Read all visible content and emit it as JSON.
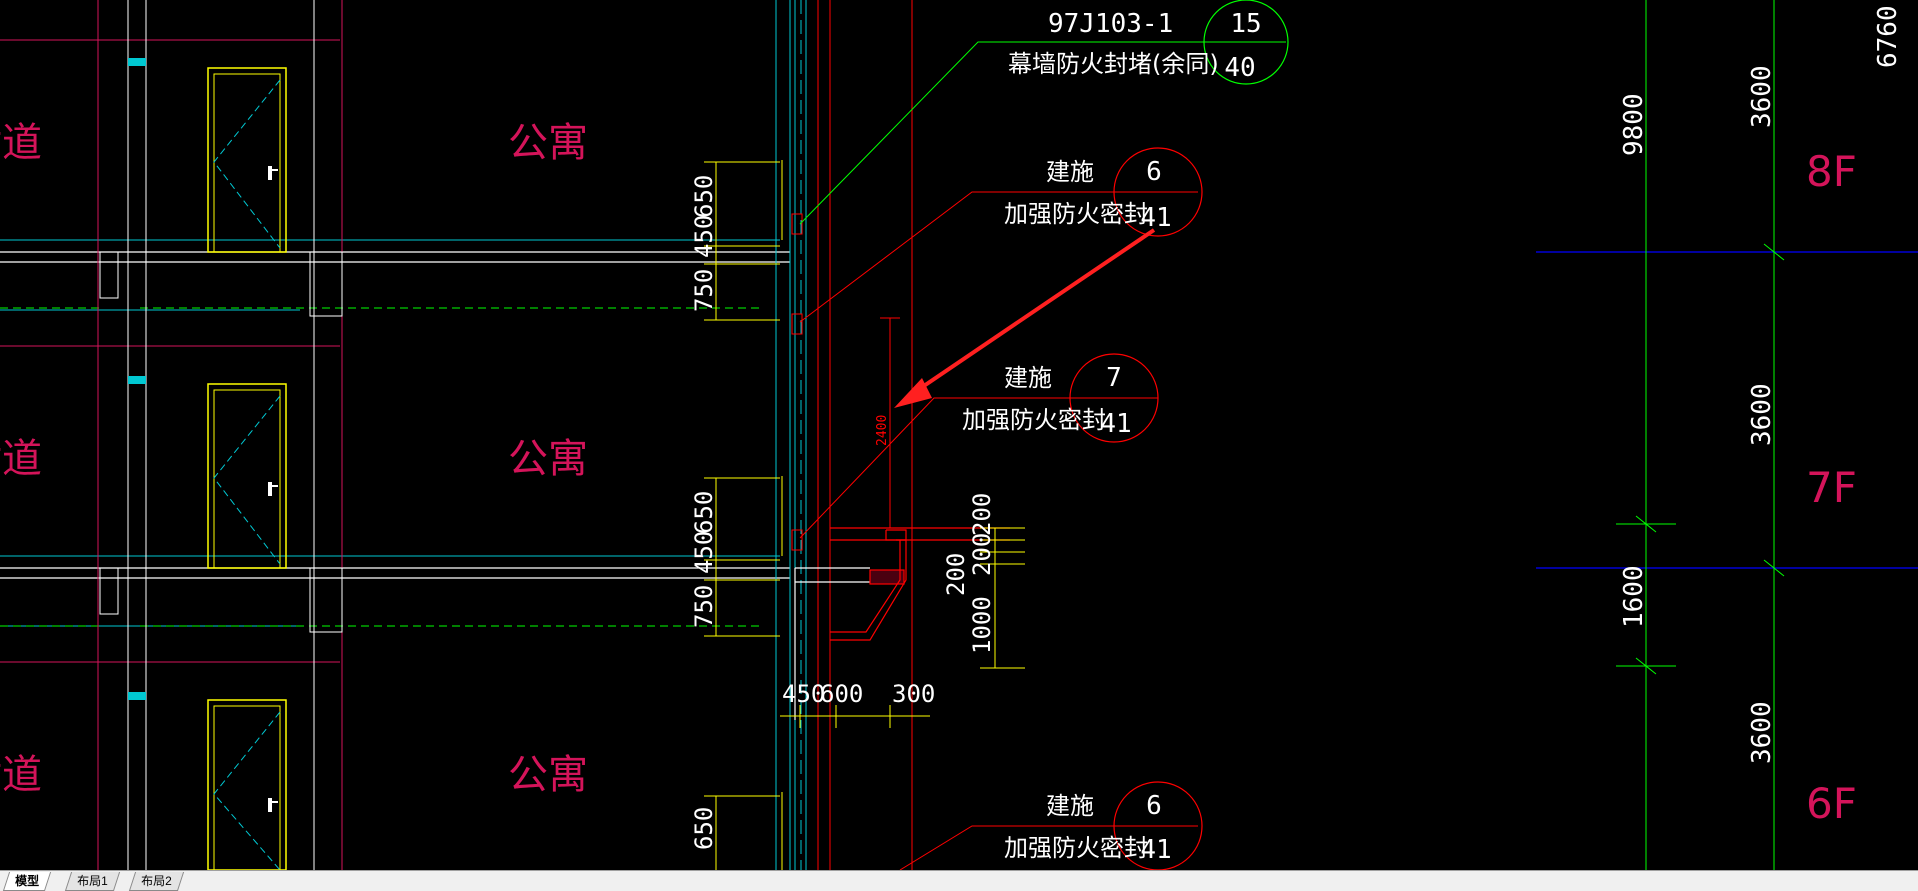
{
  "colors": {
    "background": "#000000",
    "red": "#ff0000",
    "cyan": "#00c8d2",
    "yellow": "#ffff00",
    "green": "#00ff00",
    "magenta": "#d4145a",
    "blue": "#0000ff",
    "white": "#ffffff",
    "tab_bar": "#f0f0f0"
  },
  "room_labels": {
    "room_1": "公寓",
    "room_2": "公寓",
    "room_3": "公寓",
    "corridor_1": "封道",
    "corridor_2": "封道",
    "corridor_3": "封道"
  },
  "callouts": {
    "c1_title": "97J103-1",
    "c1_desc": "幕墙防火封堵(余同)",
    "c1_num_top": "15",
    "c1_num_bottom": "40",
    "c2_title": "建施",
    "c2_desc": "加强防火密封",
    "c2_num_top": "6",
    "c2_num_bottom": "41",
    "c3_title": "建施",
    "c3_desc": "加强防火密封",
    "c3_num_top": "7",
    "c3_num_bottom": "41",
    "c4_title": "建施",
    "c4_desc": "加强防火密封",
    "c4_num_top": "6",
    "c4_num_bottom": "41"
  },
  "dimensions": {
    "d_750_1": "750",
    "d_450_1": "450",
    "d_650_1": "650",
    "d_750_2": "750",
    "d_450_2": "450",
    "d_650_2": "650",
    "d_650_3": "650",
    "d_2400": "2400",
    "d_200a": "200",
    "d_200b": "200",
    "d_200c": "200",
    "d_1000": "1000",
    "d_450h": "450",
    "d_600h": "600",
    "d_300h": "300",
    "d_9800": "9800",
    "d_3600a": "3600",
    "d_3600b": "3600",
    "d_3600c": "3600",
    "d_1600": "1600",
    "d_6760": "6760"
  },
  "floor_labels": {
    "f8": "8F",
    "f7": "7F",
    "f6": "6F"
  },
  "tabs": {
    "model": "模型",
    "layout1": "布局1",
    "layout2": "布局2"
  }
}
